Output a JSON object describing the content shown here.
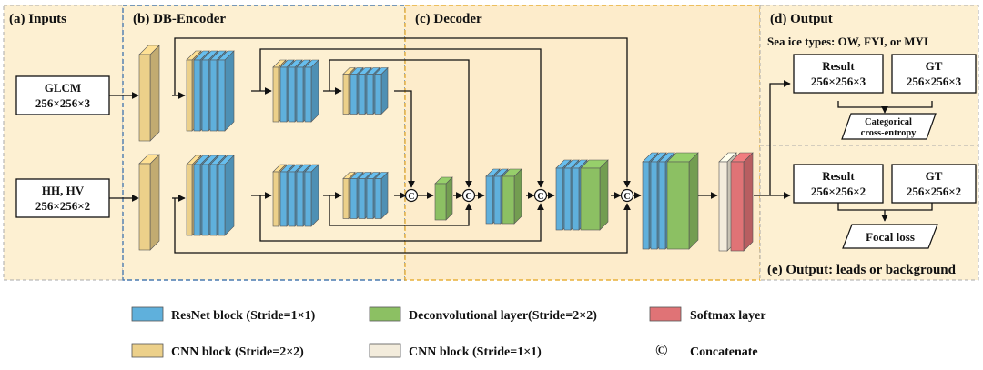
{
  "panels": {
    "inputs": "(a) Inputs",
    "encoder": "(b) DB-Encoder",
    "decoder": "(c) Decoder",
    "output_d": "(d) Output",
    "output_e": "(e) Output:  leads or background"
  },
  "inputs": {
    "glcm": {
      "name": "GLCM",
      "size": "256×256×3"
    },
    "hhhv": {
      "name": "HH, HV",
      "size": "256×256×2"
    }
  },
  "output_d": {
    "subtitle": "Sea ice types: OW, FYI, or MYI",
    "result": {
      "name": "Result",
      "size": "256×256×3"
    },
    "gt": {
      "name": "GT",
      "size": "256×256×3"
    },
    "loss_line1": "Categorical",
    "loss_line2": "cross-entropy"
  },
  "output_e": {
    "result": {
      "name": "Result",
      "size": "256×256×2"
    },
    "gt": {
      "name": "GT",
      "size": "256×256×2"
    },
    "loss": "Focal loss"
  },
  "concat_symbol": "C",
  "legend": {
    "resnet": "ResNet block (Stride=1×1)",
    "deconv": "Deconvolutional layer(Stride=2×2)",
    "softmax": "Softmax layer",
    "cnn2": "CNN block (Stride=2×2)",
    "cnn1": "CNN block (Stride=1×1)",
    "concat_symbol": "©",
    "concat": "Concatenate"
  },
  "colors": {
    "panel_fill": "#fdf0d2",
    "decoder_fill": "#fdeccb",
    "resnet": "#5fb0dc",
    "deconv": "#8cc063",
    "softmax": "#e07376",
    "cnn2": "#ecd08a",
    "cnn1": "#f3ecdc",
    "encoder_border": "#4a7ab0",
    "decoder_border": "#e8b03a"
  }
}
